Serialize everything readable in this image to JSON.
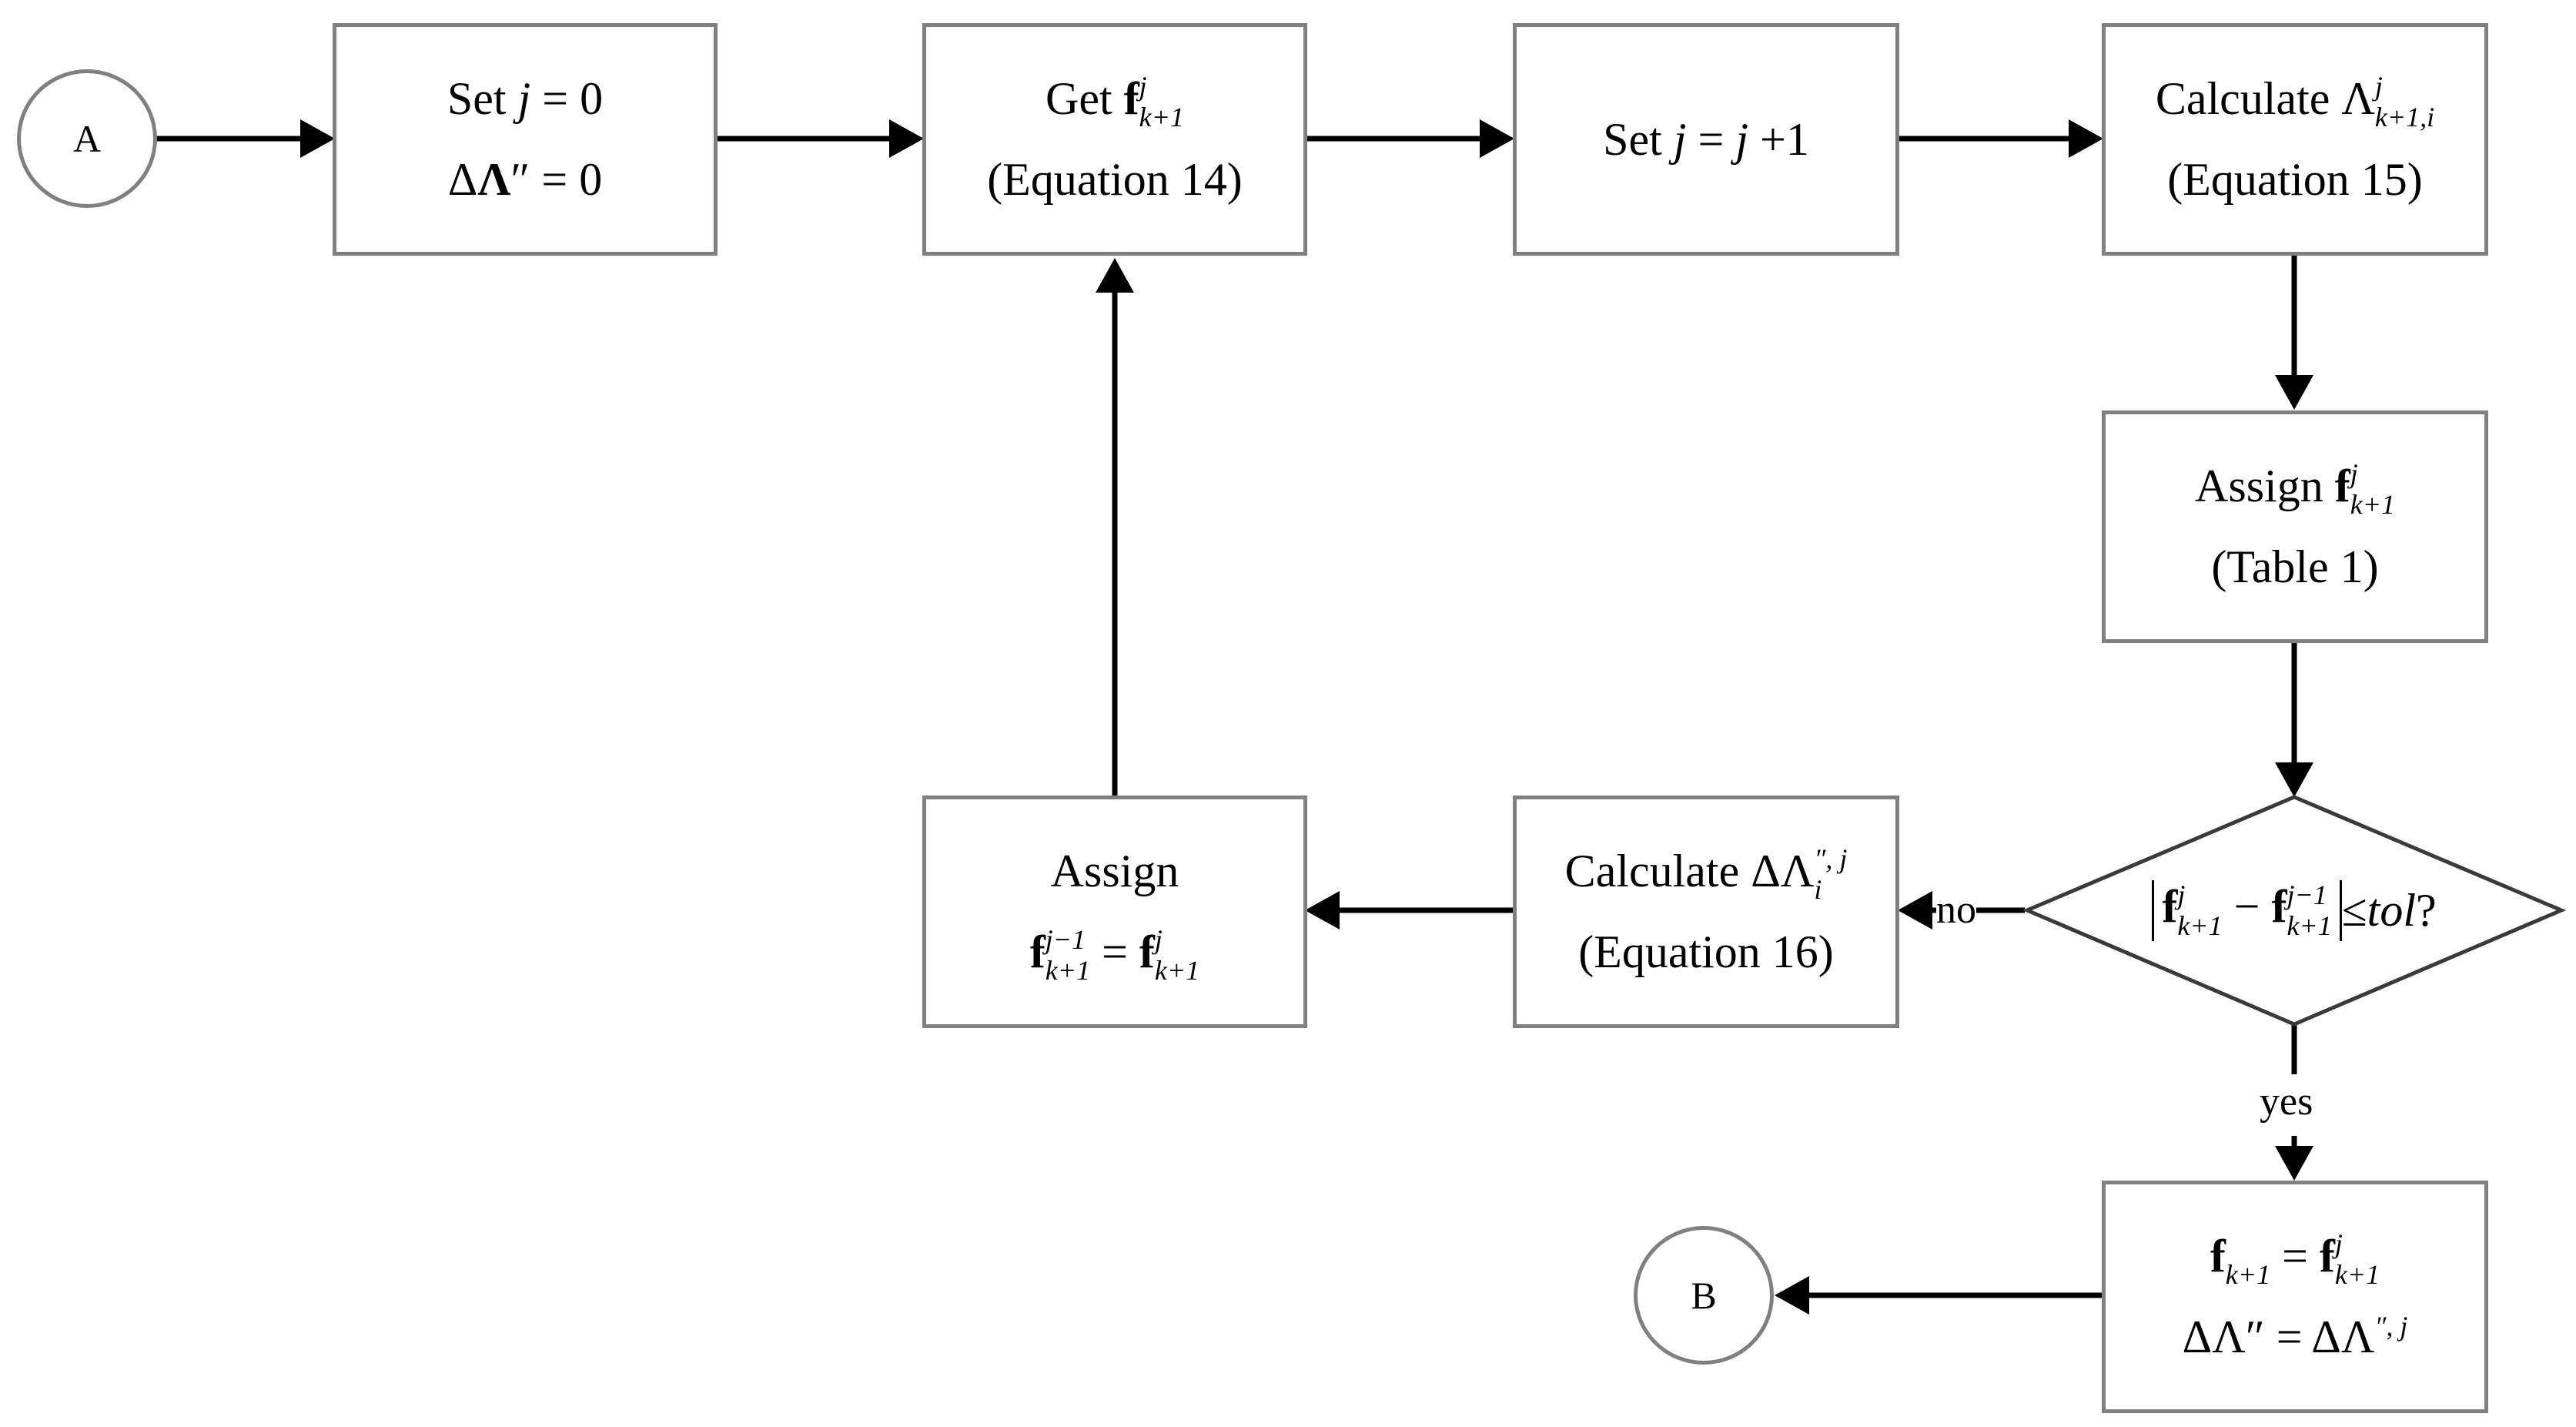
{
  "nodes": {
    "start": {
      "label": "A"
    },
    "init": {
      "line1_text": "Set ",
      "line1_var": "j",
      "line1_rest": " = 0",
      "line2_delta": "Δ",
      "line2_lambda": "Λ",
      "line2_prime": "″",
      "line2_rest": " = 0"
    },
    "get_f": {
      "line1_text": "Get ",
      "f": "f",
      "sup": "j",
      "sub": "k+1",
      "line2": "(Equation 14)"
    },
    "increment": {
      "line1_text": "Set ",
      "var": "j",
      "eq": " = ",
      "var2": "j",
      "rest": " +1"
    },
    "calc_lambda": {
      "line1_text": "Calculate ",
      "lambda": "Λ",
      "sup": "j",
      "sub": "k+1,i",
      "line2": "(Equation 15)"
    },
    "assign_f": {
      "line1_text": "Assign ",
      "f": "f",
      "sup": "j",
      "sub": "k+1",
      "line2": "(Table 1)"
    },
    "decision": {
      "f": "f",
      "sup1": "j",
      "sub1": "k+1",
      "minus": " − ",
      "sup2": "j−1",
      "sub2": "k+1",
      "leq": " ≤ ",
      "tol": "tol",
      "q": " ?"
    },
    "calc_dlambda": {
      "line1_text": "Calculate ",
      "dl": "ΔΛ",
      "sup": "″, j",
      "sub": "i",
      "line2": "(Equation 16)"
    },
    "assign_prev": {
      "line1": "Assign",
      "f": "f",
      "sup1": "j−1",
      "sub1": "k+1",
      "eq": " = ",
      "sup2": "j",
      "sub2": "k+1"
    },
    "final": {
      "f": "f",
      "sub1": "k+1",
      "eq": " = ",
      "sup2": "j",
      "sub2": "k+1",
      "line2_a": "ΔΛ″ = ΔΛ",
      "line2_sup": "″, j"
    },
    "end": {
      "label": "B"
    }
  },
  "edge_labels": {
    "no": "no",
    "yes": "yes"
  }
}
